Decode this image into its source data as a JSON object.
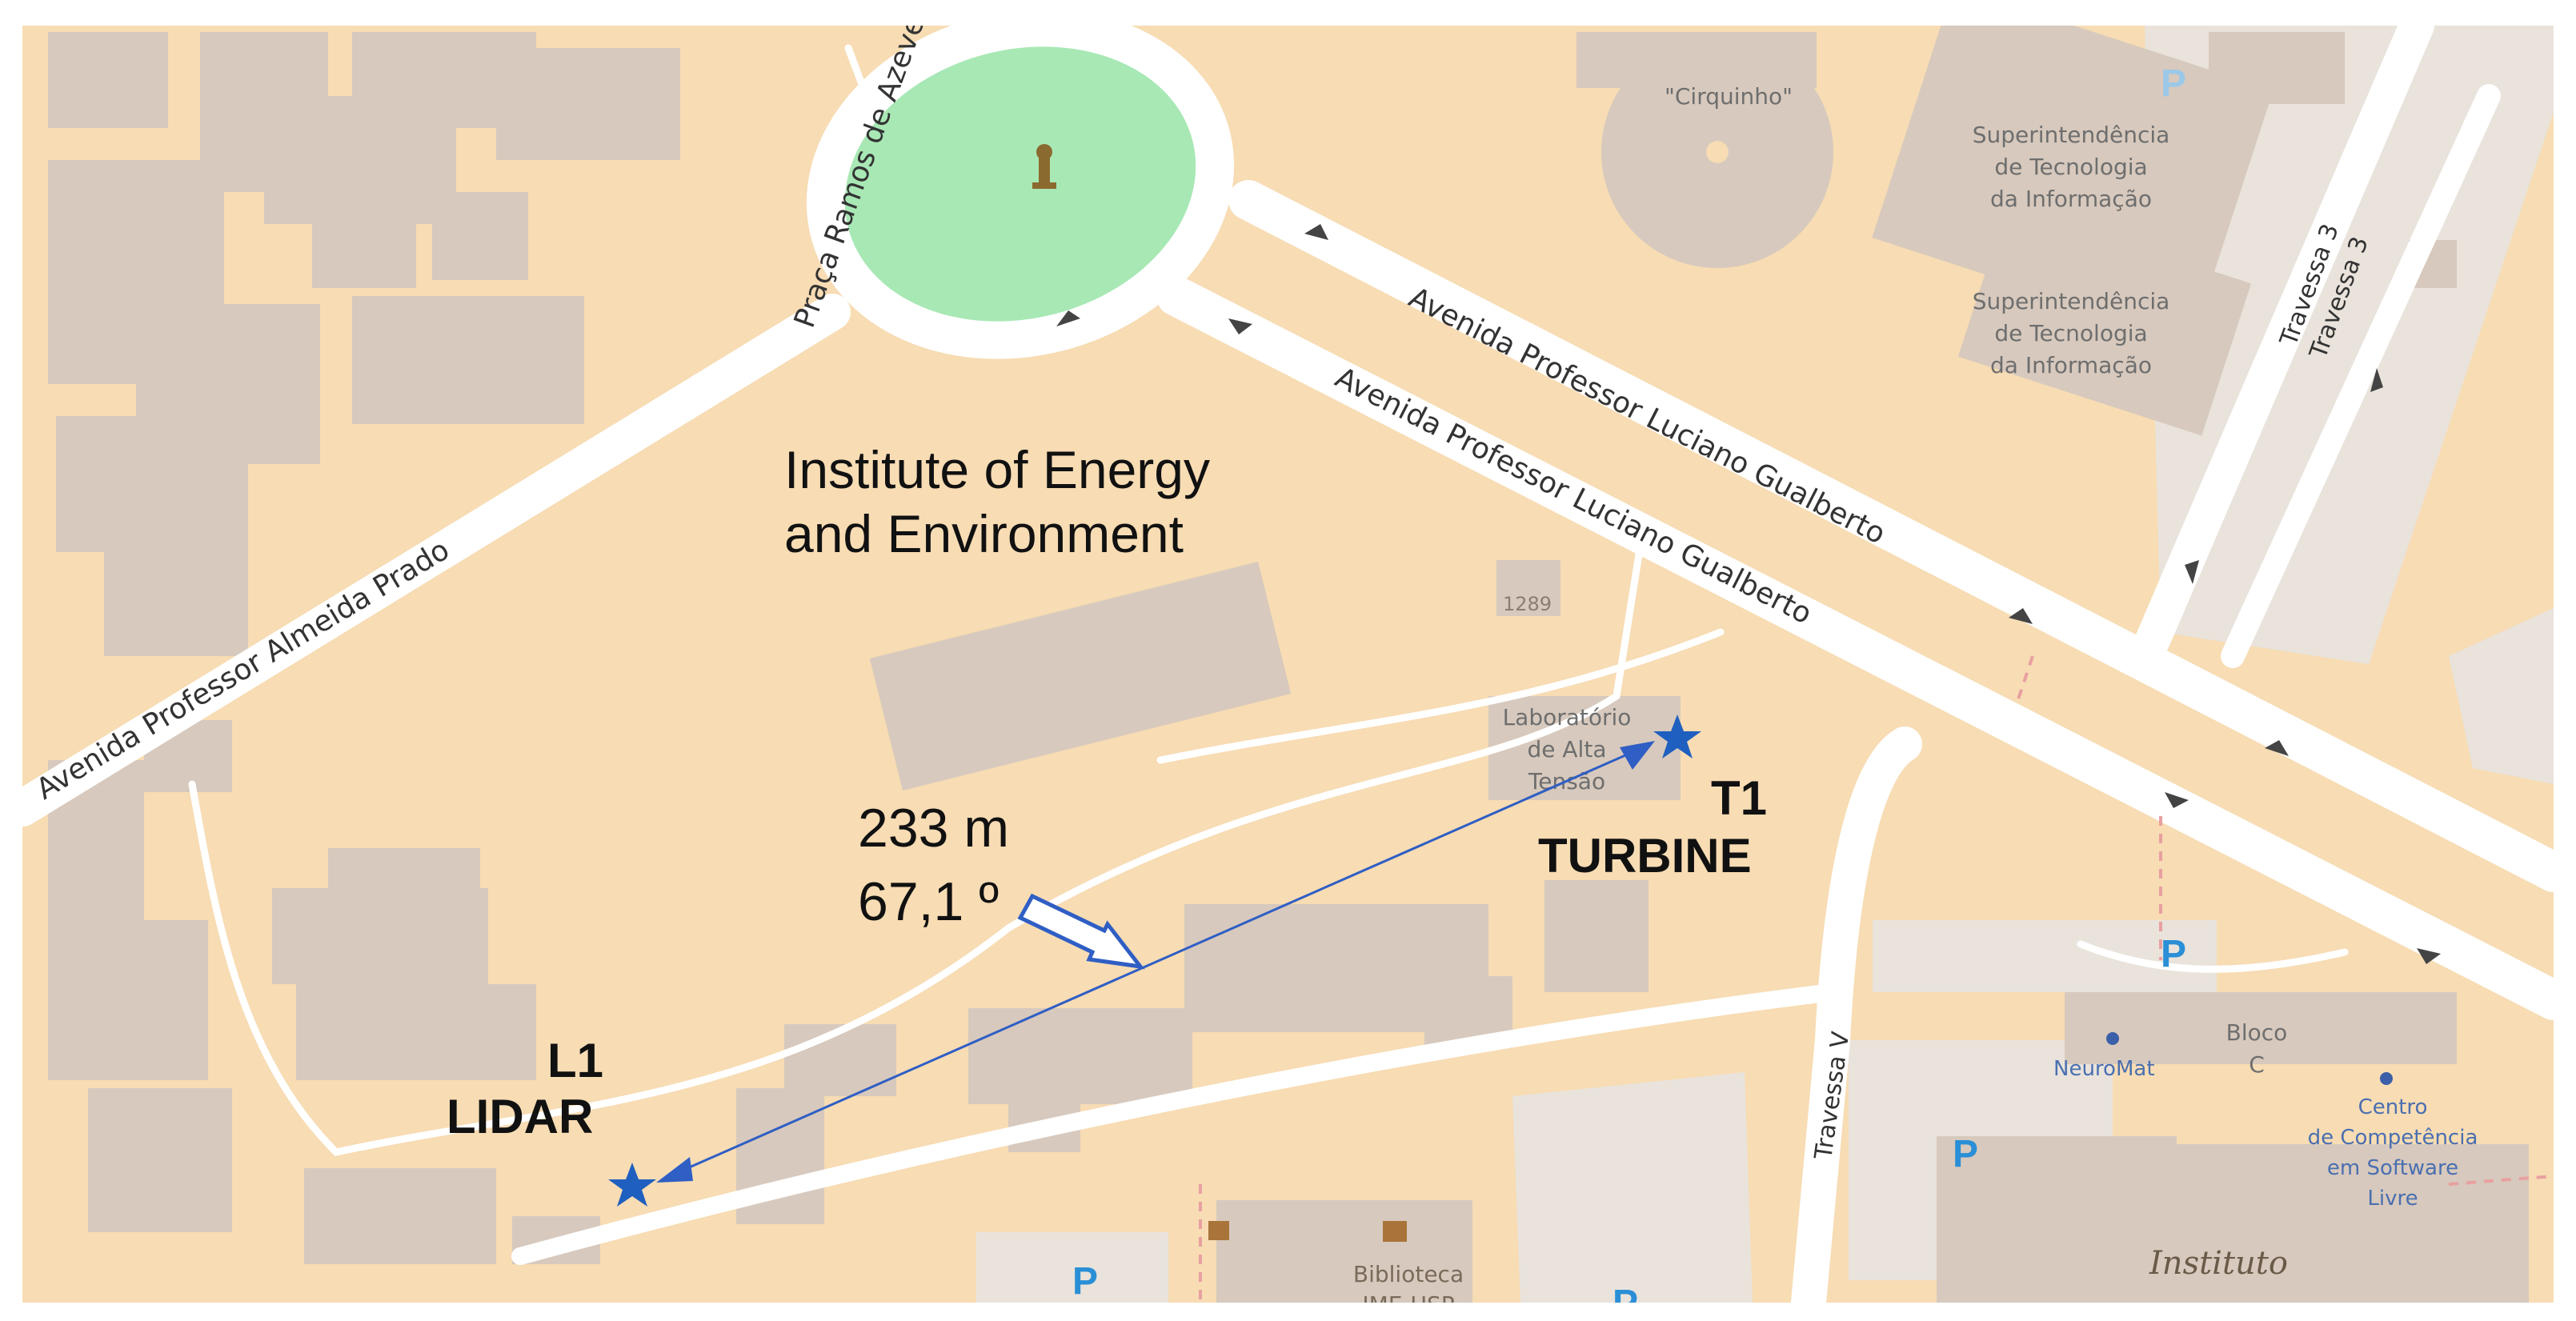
{
  "map": {
    "title_line1": "Institute of Energy",
    "title_line2": "and Environment",
    "measurement": {
      "distance": "233 m",
      "angle": "67,1 º"
    },
    "sites": {
      "lidar": {
        "id": "L1",
        "name": "LIDAR",
        "marker_color": "#1f5fbf"
      },
      "turbine": {
        "id": "T1",
        "name": "TURBINE",
        "marker_color": "#1f5fbf"
      }
    },
    "roads": {
      "almeida_prado": "Avenida Professor Almeida Prado",
      "praca": "Praça Ramos de Azevedo",
      "luciano_upper": "Avenida Professor Luciano Gualberto",
      "luciano_lower": "Avenida Professor Luciano Gualberto",
      "travessa3_a": "Travessa 3",
      "travessa3_b": "Travessa 3",
      "travessa_v": "Travessa V"
    },
    "pois": {
      "cirquinho": "\"Cirquinho\"",
      "sti1": [
        "Superintendência",
        "de Tecnologia",
        "da Informação"
      ],
      "sti2": [
        "Superintendência",
        "de Tecnologia",
        "da Informação"
      ],
      "lab": [
        "Laboratório",
        "de Alta",
        "Tensão"
      ],
      "housenum": "1289",
      "bloco": [
        "Bloco",
        "C"
      ],
      "neuromat": "NeuroMat",
      "centro": [
        "Centro",
        "de Competência",
        "em Software",
        "Livre"
      ],
      "biblioteca": [
        "Biblioteca",
        "IME-USP"
      ],
      "instituto": "Instituto",
      "parking": "P"
    },
    "colors": {
      "land": "#f7dcb4",
      "building": "#d7c9bd",
      "road": "#ffffff",
      "park": "#a8e8b5",
      "annotation": "#2f5ec4"
    }
  }
}
